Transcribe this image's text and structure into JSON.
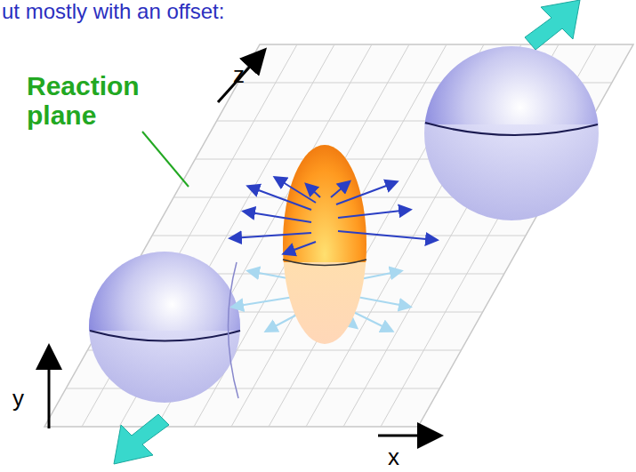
{
  "diagram": {
    "labels": [
      "ut mostly with an offset:",
      "Reaction plane",
      "z",
      "y",
      "x"
    ]
  }
}
